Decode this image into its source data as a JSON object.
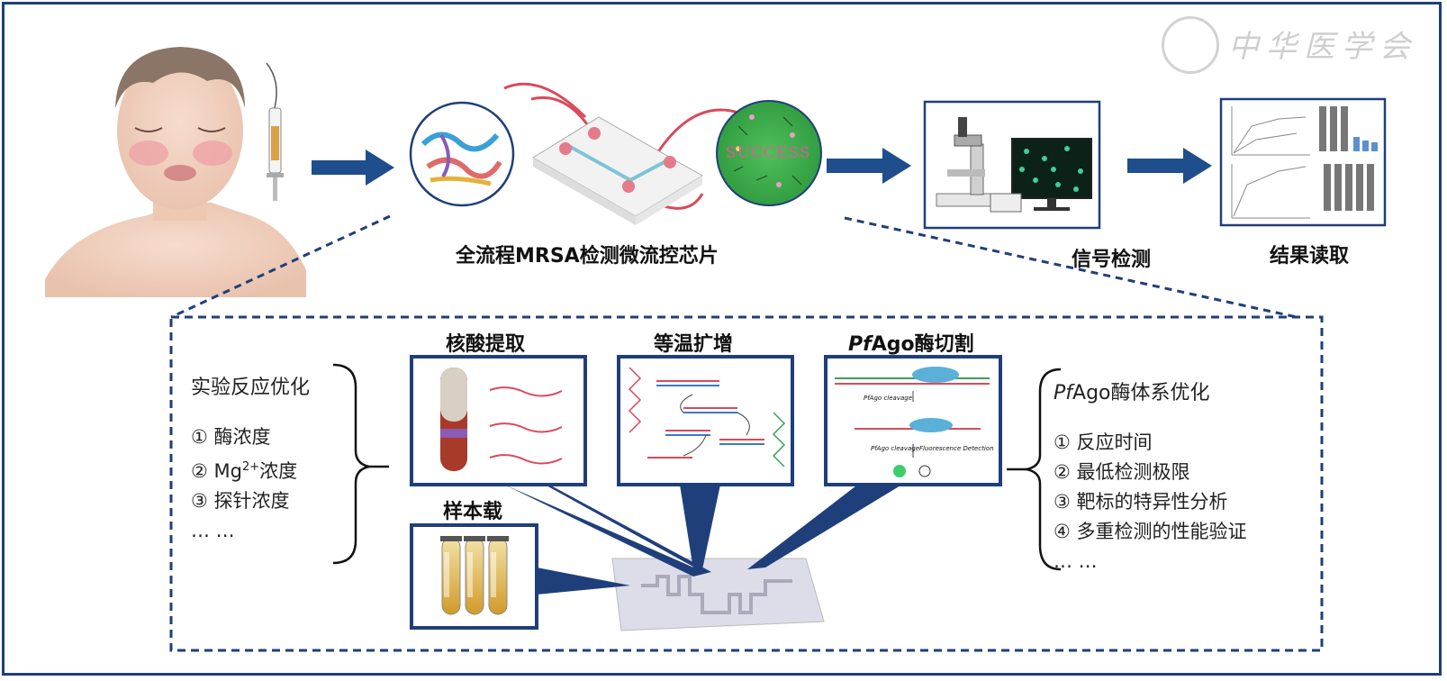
{
  "watermark": "中华医学会",
  "top_labels": {
    "chip": "全流程MRSA检测微流控芯片",
    "signal": "信号检测",
    "result": "结果读取"
  },
  "success_text": "SUCCESS",
  "panels": {
    "extraction": "核酸提取",
    "amplification": "等温扩增",
    "cleavage_italic": "Pf",
    "cleavage_rest": "Ago酶切割",
    "sample": "样本载"
  },
  "cleavage_inner": {
    "step1": "PfAgo cleavage",
    "step2": "PfAgo cleavage",
    "step2b": "Fluorescence Detection"
  },
  "left_list": {
    "title": "实验反应优化",
    "items": [
      "① 酶浓度",
      "② Mg",
      "③ 探针浓度",
      "… …"
    ],
    "item2_sup": "2+",
    "item2_rest": "浓度"
  },
  "right_list": {
    "title_italic": "Pf",
    "title_rest": "Ago酶体系优化",
    "items": [
      "① 反应时间",
      "② 最低检测极限",
      "③ 靶标的特异性分析",
      "④ 多重检测的性能验证",
      "… …"
    ]
  },
  "colors": {
    "frame": "#1f3f7a",
    "arrow": "#1f4e8c",
    "channel": "#d94a5c"
  }
}
